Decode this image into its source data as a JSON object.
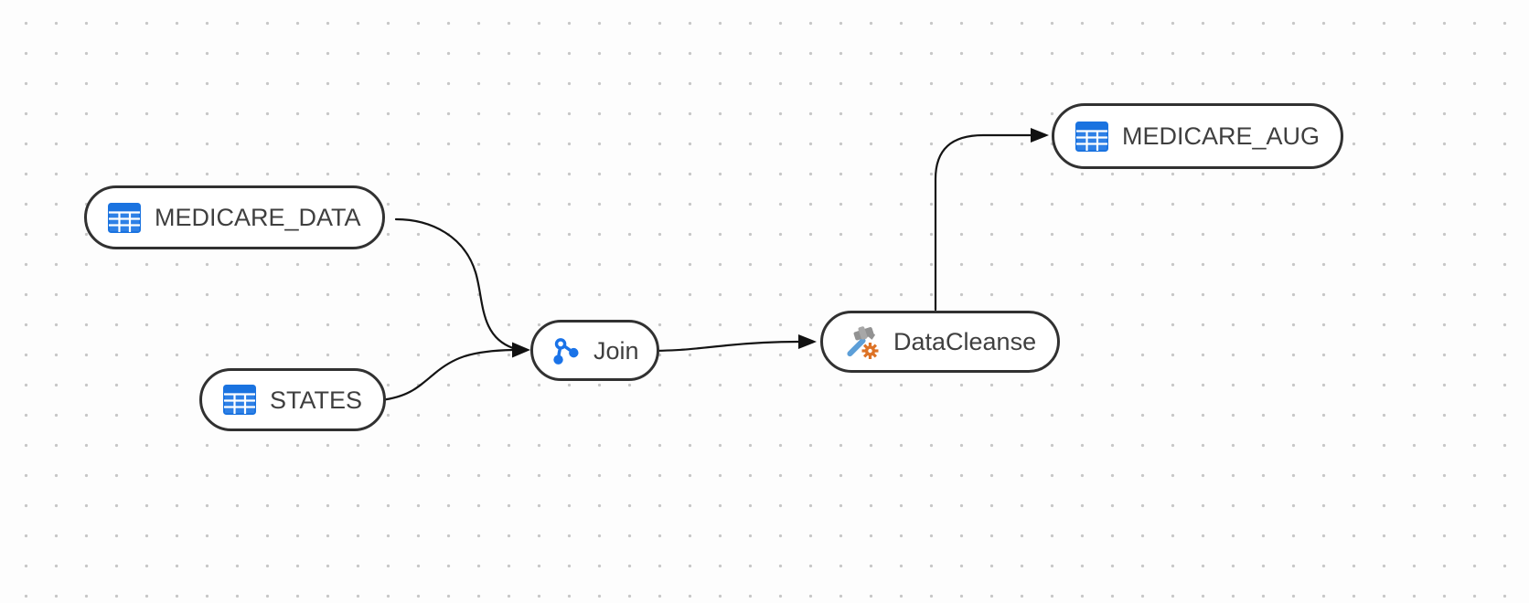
{
  "app": {
    "view": "data-pipeline-flow-canvas"
  },
  "canvas": {
    "background_color": "#fdfdfd",
    "dot_grid_color": "#c7c7c7",
    "node_border_color": "#313131",
    "node_fill_color": "#ffffff",
    "node_text_color": "#3f3f3f",
    "edge_color": "#141414",
    "table_icon_blue": "#1a73e0",
    "join_icon_blue": "#1a73e8",
    "hammer_handle_blue": "#5d9fd8",
    "hammer_head_gray": "#929292",
    "gear_orange": "#dd7327"
  },
  "nodes": [
    {
      "id": "medicare_data",
      "label": "MEDICARE_DATA",
      "type": "table",
      "icon": "table-icon"
    },
    {
      "id": "states",
      "label": "STATES",
      "type": "table",
      "icon": "table-icon"
    },
    {
      "id": "join",
      "label": "Join",
      "type": "join",
      "icon": "join-icon"
    },
    {
      "id": "datacleanse",
      "label": "DataCleanse",
      "type": "transform",
      "icon": "hammer-gear-icon"
    },
    {
      "id": "medicare_aug",
      "label": "MEDICARE_AUG",
      "type": "table",
      "icon": "table-icon"
    }
  ],
  "edges": [
    {
      "from": "MEDICARE_DATA",
      "to": "Join"
    },
    {
      "from": "STATES",
      "to": "Join"
    },
    {
      "from": "Join",
      "to": "DataCleanse"
    },
    {
      "from": "DataCleanse",
      "to": "MEDICARE_AUG"
    }
  ]
}
